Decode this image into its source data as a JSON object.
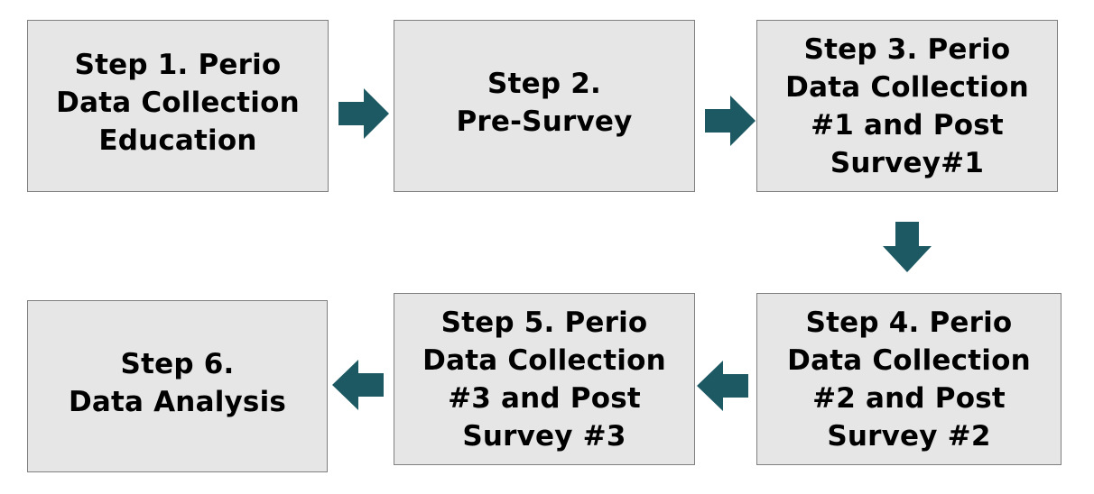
{
  "colors": {
    "box_fill": "#e6e6e6",
    "box_border": "#7f7f7f",
    "arrow": "#1d5963"
  },
  "steps": [
    {
      "text": "Step 1. Perio\nData Collection\nEducation"
    },
    {
      "text": "Step 2.\nPre-Survey"
    },
    {
      "text": "Step 3. Perio\nData Collection\n#1 and Post\nSurvey#1"
    },
    {
      "text": "Step 4. Perio\nData Collection\n#2 and Post\nSurvey #2"
    },
    {
      "text": "Step 5. Perio\nData Collection\n#3 and Post\nSurvey #3"
    },
    {
      "text": "Step 6.\nData Analysis"
    }
  ],
  "arrows": [
    {
      "from": "Step 1",
      "to": "Step 2",
      "direction": "right"
    },
    {
      "from": "Step 2",
      "to": "Step 3",
      "direction": "right"
    },
    {
      "from": "Step 3",
      "to": "Step 4",
      "direction": "down"
    },
    {
      "from": "Step 4",
      "to": "Step 5",
      "direction": "left"
    },
    {
      "from": "Step 5",
      "to": "Step 6",
      "direction": "left"
    }
  ]
}
